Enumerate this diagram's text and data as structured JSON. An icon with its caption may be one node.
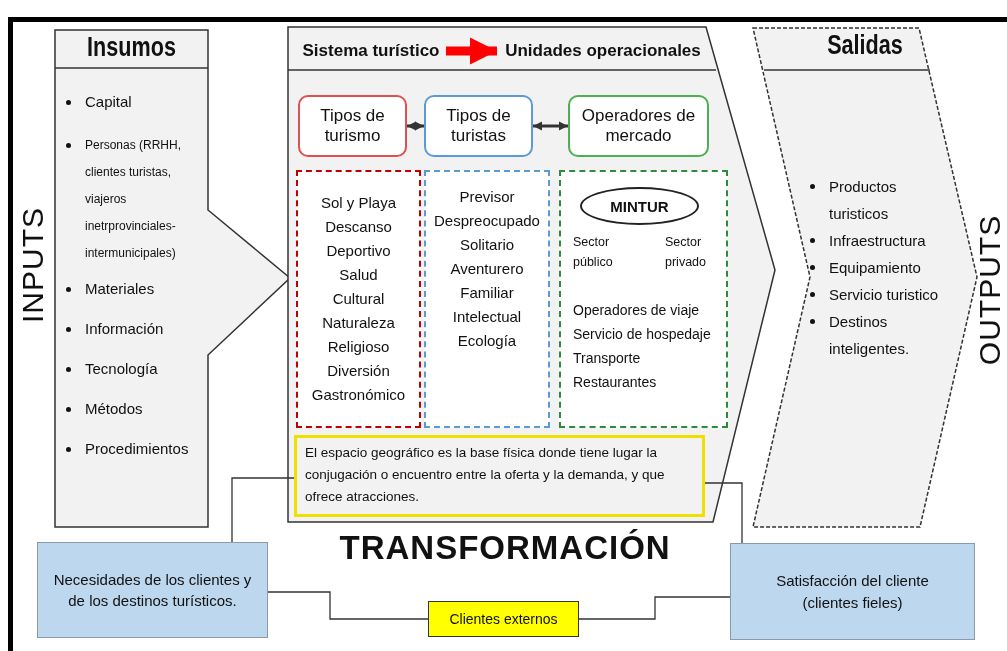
{
  "diagram": {
    "nodes": [
      {
        "text": [
          "Insumos",
          "Capital",
          "Personas (RRHH, clientes turistas, viajeros inetrprovinciales-intermunicipales)",
          "Materiales",
          "Información",
          "Tecnología",
          "Métodos",
          "Procedimientos"
        ],
        "beside": [
          "INPUTS"
        ]
      },
      {
        "text": [],
        "shape": "pentagon",
        "beside": [
          "TRANSFORMACIÓN"
        ]
      },
      {
        "text": [
          "Sistema turístico"
        ],
        "in": 1
      },
      {
        "text": [
          "Unidades operacionales"
        ],
        "in": 1
      },
      {
        "text": [
          "Tipos de turismo"
        ],
        "in": 1
      },
      {
        "text": [
          "Tipos de turistas"
        ],
        "in": 1
      },
      {
        "text": [
          "Operadores de mercado"
        ],
        "in": 1
      },
      {
        "text": [
          "Sol y Playa",
          "Descanso",
          "Deportivo",
          "Salud",
          "Cultural",
          "Naturaleza",
          "Religioso",
          "Diversión",
          "Gastronómico"
        ],
        "in": 1
      },
      {
        "text": [
          "Previsor",
          "Despreocupado",
          "Solitario",
          "Aventurero",
          "Familiar",
          "Intelectual",
          "Ecología"
        ],
        "in": 1
      },
      {
        "text": [
          "Sector público",
          "Sector privado",
          "Operadores de viaje",
          "Servicio de hospedaje",
          "Transporte",
          "Restaurantes"
        ],
        "in": 1
      },
      {
        "text": [
          "MINTUR"
        ],
        "in": 9
      },
      {
        "text": [
          "El espacio geográfico es la base física donde tiene lugar la conjugación o encuentro entre la oferta y la demanda, y que ofrece atracciones."
        ],
        "in": 1
      },
      {
        "text": [
          "Salidas",
          "Productos turisticos",
          "Infraestructura",
          "Equipamiento",
          "Servicio turistico",
          "Destinos inteligentes."
        ],
        "beside": [
          "OUTPUTS"
        ]
      },
      {
        "text": [
          "Necesidades de los clientes y de los destinos turísticos."
        ]
      },
      {
        "text": [
          "Clientes externos"
        ]
      },
      {
        "text": [
          "Satisfacción del cliente (clientes fieles)"
        ]
      }
    ],
    "edges": [
      {
        "from": 2,
        "to": 3,
        "arrow": "to",
        "style": "thick",
        "color": "#ff0000"
      },
      {
        "from": 4,
        "to": 5,
        "arrow": "both",
        "style": "thick"
      },
      {
        "from": 5,
        "to": 6,
        "arrow": "both",
        "style": "thick"
      },
      {
        "from": 13,
        "to": 11,
        "arrow": "none"
      },
      {
        "from": 13,
        "to": 14,
        "arrow": "none"
      },
      {
        "from": 14,
        "to": 15,
        "arrow": "none"
      },
      {
        "from": 11,
        "to": 15,
        "arrow": "none"
      }
    ]
  }
}
